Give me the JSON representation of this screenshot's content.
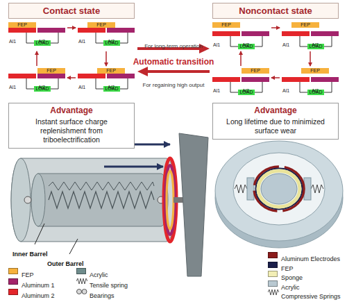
{
  "diagram": {
    "nodes": [
      {
        "text": [
          "Contact state"
        ]
      },
      {
        "text": [
          "Noncontact state"
        ]
      },
      {
        "text": [
          "FEP"
        ]
      },
      {
        "text": [
          "LOAD"
        ]
      },
      {
        "text": [
          "FEP"
        ]
      },
      {
        "text": [
          "LOAD"
        ]
      },
      {
        "text": [
          "FEP"
        ]
      },
      {
        "text": [
          "LOAD"
        ]
      },
      {
        "text": [
          "FEP"
        ]
      },
      {
        "text": [
          "LOAD"
        ]
      },
      {
        "text": [
          "FEP"
        ]
      },
      {
        "text": [
          "LOAD"
        ]
      },
      {
        "text": [
          "FEP"
        ]
      },
      {
        "text": [
          "LOAD"
        ]
      },
      {
        "text": [
          "FEP"
        ]
      },
      {
        "text": [
          "LOAD"
        ]
      },
      {
        "text": [
          "FEP"
        ]
      },
      {
        "text": [
          "LOAD"
        ]
      },
      {
        "text": [
          "Advantage",
          "Instant surface charge replenishment from triboelectrification"
        ]
      },
      {
        "text": [
          "Advantage",
          "Long lifetime due to minimized surface wear"
        ]
      }
    ],
    "labels": [
      "Al1",
      "Al2",
      "Al1",
      "Al2",
      "Al1",
      "Al2",
      "Al1",
      "Al2",
      "For long-term operation",
      "Automatic transition",
      "For regaining high output",
      "Al1",
      "Al2",
      "Al1",
      "Al2",
      "Al1",
      "Al2",
      "Al1",
      "Al2",
      "Inner Barrel",
      "Outer Barrel"
    ],
    "legend": [
      {
        "text": "FEP",
        "color": "#f6b13d"
      },
      {
        "text": "Acrylic",
        "color": "#6f8c8c"
      },
      {
        "text": "Aluminum 1",
        "color": "#a3246b"
      },
      {
        "text": "Tensile spring"
      },
      {
        "text": "Aluminum 2",
        "color": "#e3262b"
      },
      {
        "text": "Bearings"
      },
      {
        "text": "Aluminum Electrodes",
        "color": "#8b1c1c"
      },
      {
        "text": "FEP",
        "color": "#1b1f4b"
      },
      {
        "text": "Sponge",
        "color": "#f2eeb5"
      },
      {
        "text": "Acrylic",
        "color": "#b9c9d2"
      },
      {
        "text": "Compressive Springs"
      }
    ]
  }
}
